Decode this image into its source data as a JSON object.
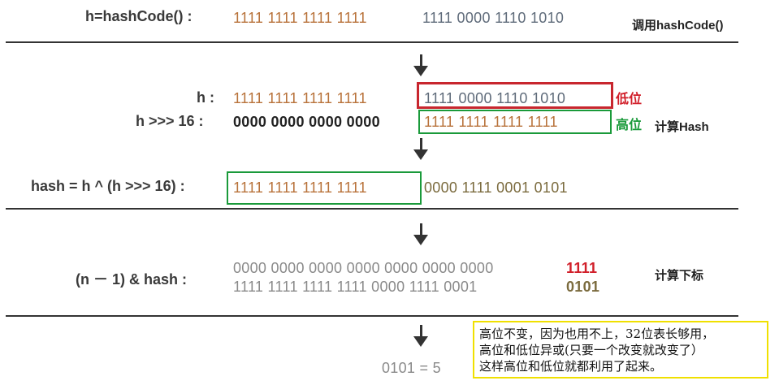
{
  "row1": {
    "label": "h=hashCode() :",
    "bits_high": "1111 1111 1111 1111",
    "bits_low": "1111 0000 1110 1010",
    "note": "调用hashCode()"
  },
  "row2": {
    "label_h": "h :",
    "h_high": "1111 1111 1111 1111",
    "h_low": "1111 0000 1110 1010",
    "low_label": "低位",
    "label_shift": "h >>> 16 :",
    "shift_high": "0000 0000 0000 0000",
    "shift_low": "1111 1111 1111 1111",
    "high_label": "高位",
    "note": "计算Hash"
  },
  "row3": {
    "label": "hash = h ^ (h >>> 16) :",
    "bits_high": "1111 1111 1111 1111",
    "bits_low": "0000 1111 0001 0101"
  },
  "row4": {
    "label": "(n － 1) & hash :",
    "line1_main": "0000 0000 0000 0000 0000 0000 0000",
    "line1_tail": "1111",
    "line2_main": "1111 1111 1111 1111 0000 1111 0001",
    "line2_tail": "0101",
    "note": "计算下标"
  },
  "row5": {
    "result": "0101 = 5"
  },
  "callout": {
    "line1": "高位不变，因为也用不上，32位表长够用，",
    "line2": "高位和低位异或(只要一个改变就改变了）",
    "line3": "这样高位和低位就都利用了起来。"
  },
  "colors": {
    "orange_bits": "#b8723a",
    "gray_bits": "#5f6b7a",
    "red_box": "#c8262e",
    "green_box": "#1a9a3a",
    "callout_border": "#f0e000"
  }
}
